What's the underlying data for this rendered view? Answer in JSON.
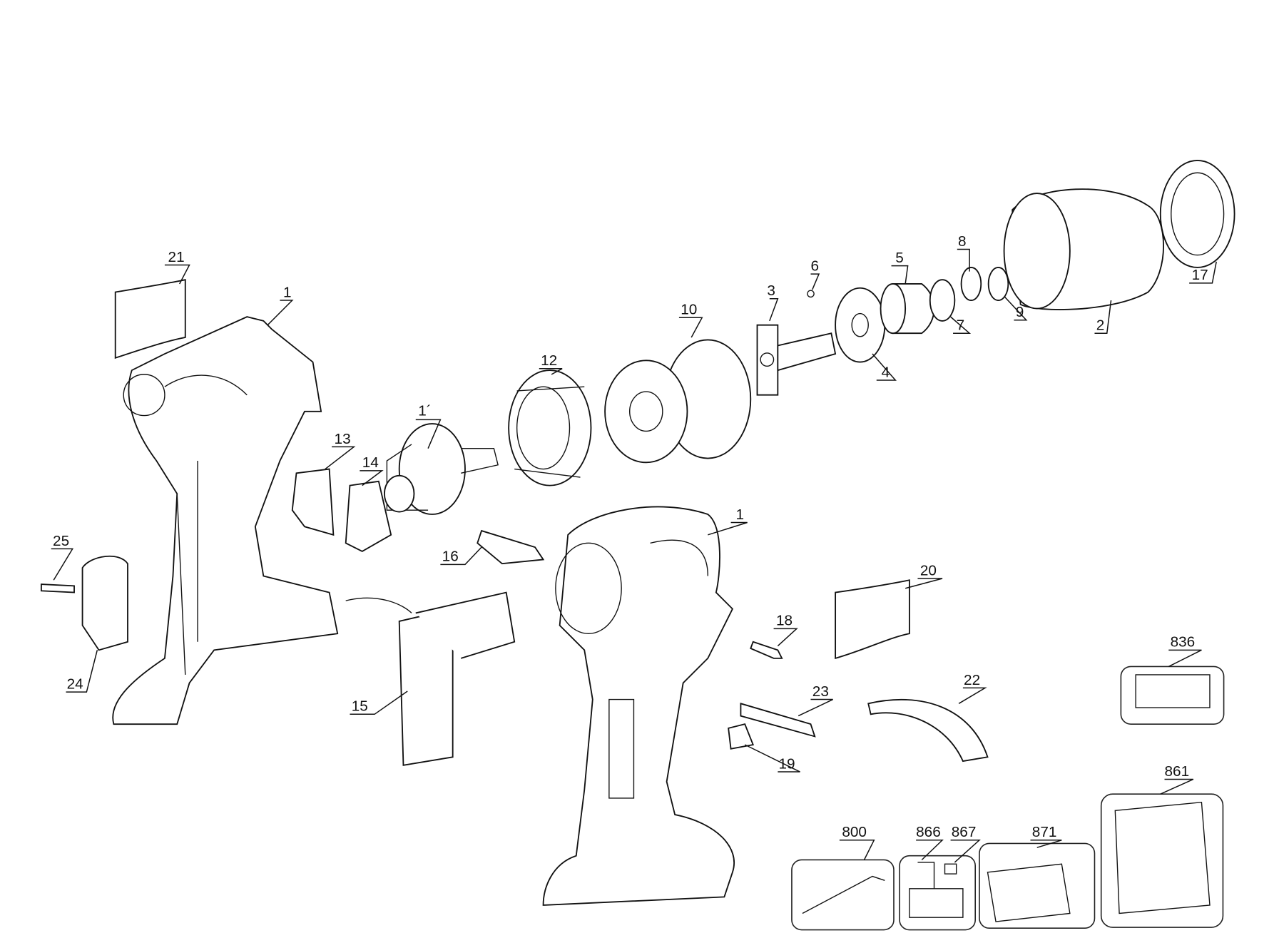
{
  "diagram": {
    "type": "exploded parts diagram",
    "labels": {
      "p21": "21",
      "p1a": "1",
      "p11": "1´",
      "p12": "12",
      "p10": "10",
      "p3": "3",
      "p6": "6",
      "p5": "5",
      "p8": "8",
      "p7": "7",
      "p9": "9",
      "p4": "4",
      "p2": "2",
      "p17": "17",
      "p13": "13",
      "p14": "14",
      "p16": "16",
      "p1b": "1",
      "p25": "25",
      "p24": "24",
      "p20": "20",
      "p18": "18",
      "p15": "15",
      "p23": "23",
      "p22": "22",
      "p19": "19",
      "p836": "836",
      "p861": "861",
      "p800": "800",
      "p866": "866",
      "p867": "867",
      "p871": "871"
    }
  }
}
